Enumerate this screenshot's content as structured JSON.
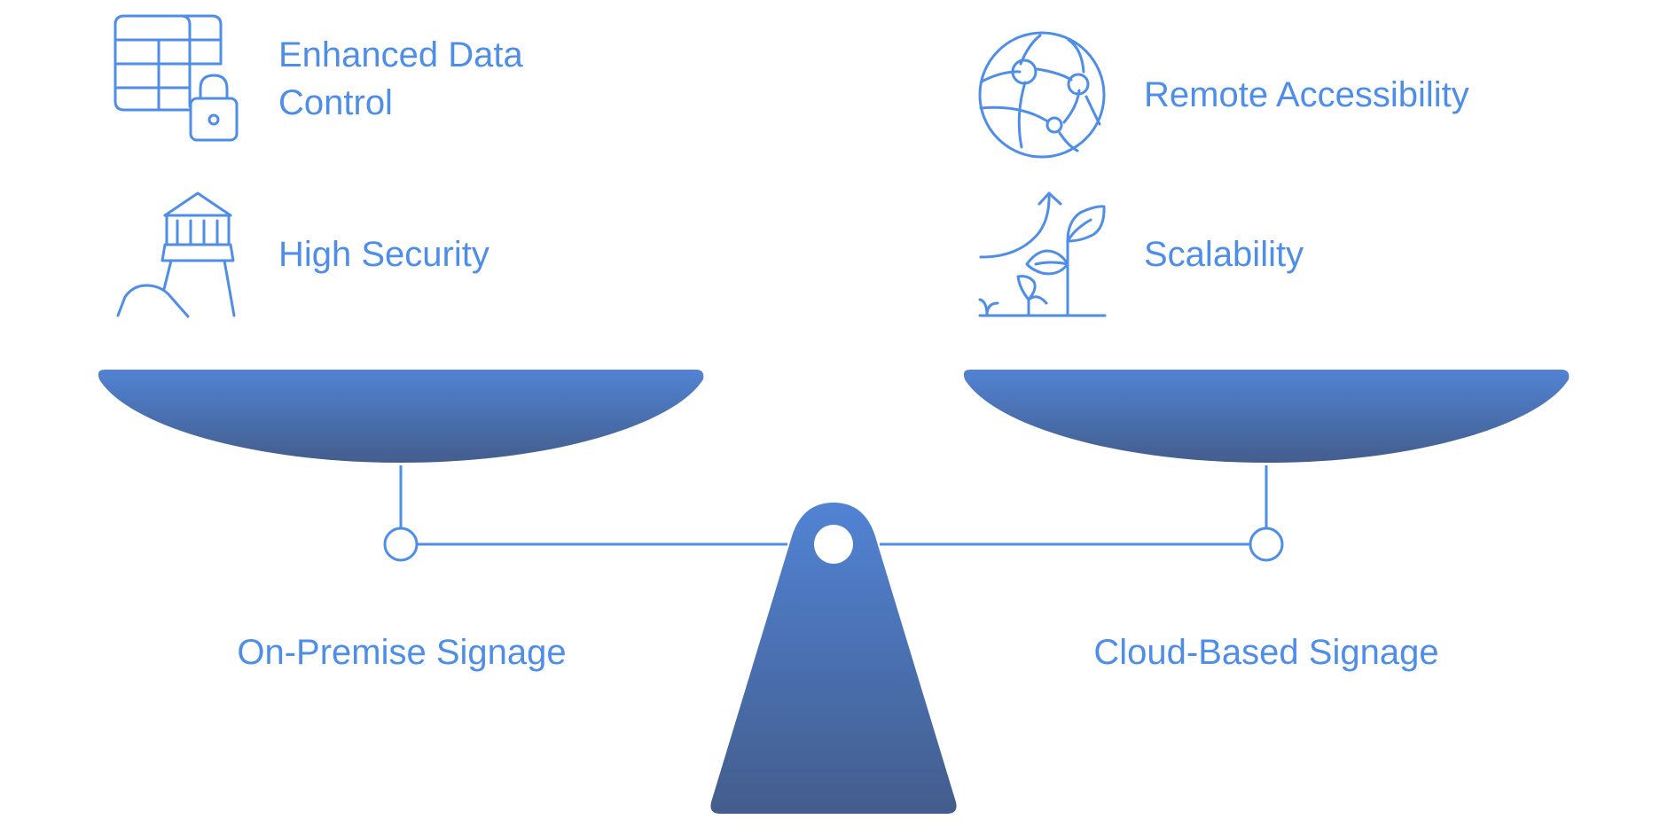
{
  "features": {
    "enhanced_data_control": "Enhanced Data Control",
    "high_security": "High Security",
    "remote_accessibility": "Remote Accessibility",
    "scalability": "Scalability"
  },
  "sides": {
    "left": "On-Premise Signage",
    "right": "Cloud-Based Signage"
  },
  "icons": [
    "table-lock-icon",
    "bank-building-icon",
    "globe-network-icon",
    "growth-plant-icon"
  ],
  "colors": {
    "accent": "#4f8ee8",
    "scale_top": "#5183d4",
    "scale_bottom": "#435d8c"
  }
}
